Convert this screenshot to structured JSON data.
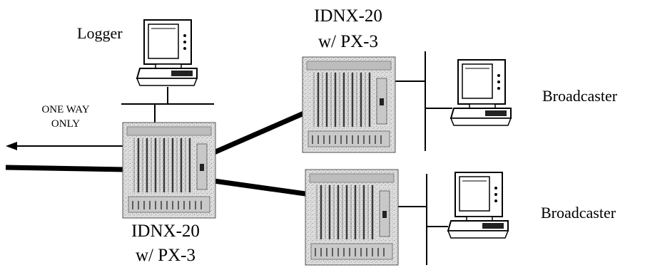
{
  "labels": {
    "logger": "Logger",
    "one_way_line1": "ONE WAY",
    "one_way_line2": "ONLY",
    "main_node_line1": "IDNX-20",
    "main_node_line2": "w/ PX-3",
    "top_node_line1": "IDNX-20",
    "top_node_line2": "w/ PX-3",
    "broadcaster_top": "Broadcaster",
    "broadcaster_bottom": "Broadcaster"
  },
  "colors": {
    "line": "#000000",
    "chassis_fill": "#d9d9d9",
    "screen_fill": "#ffffff"
  }
}
